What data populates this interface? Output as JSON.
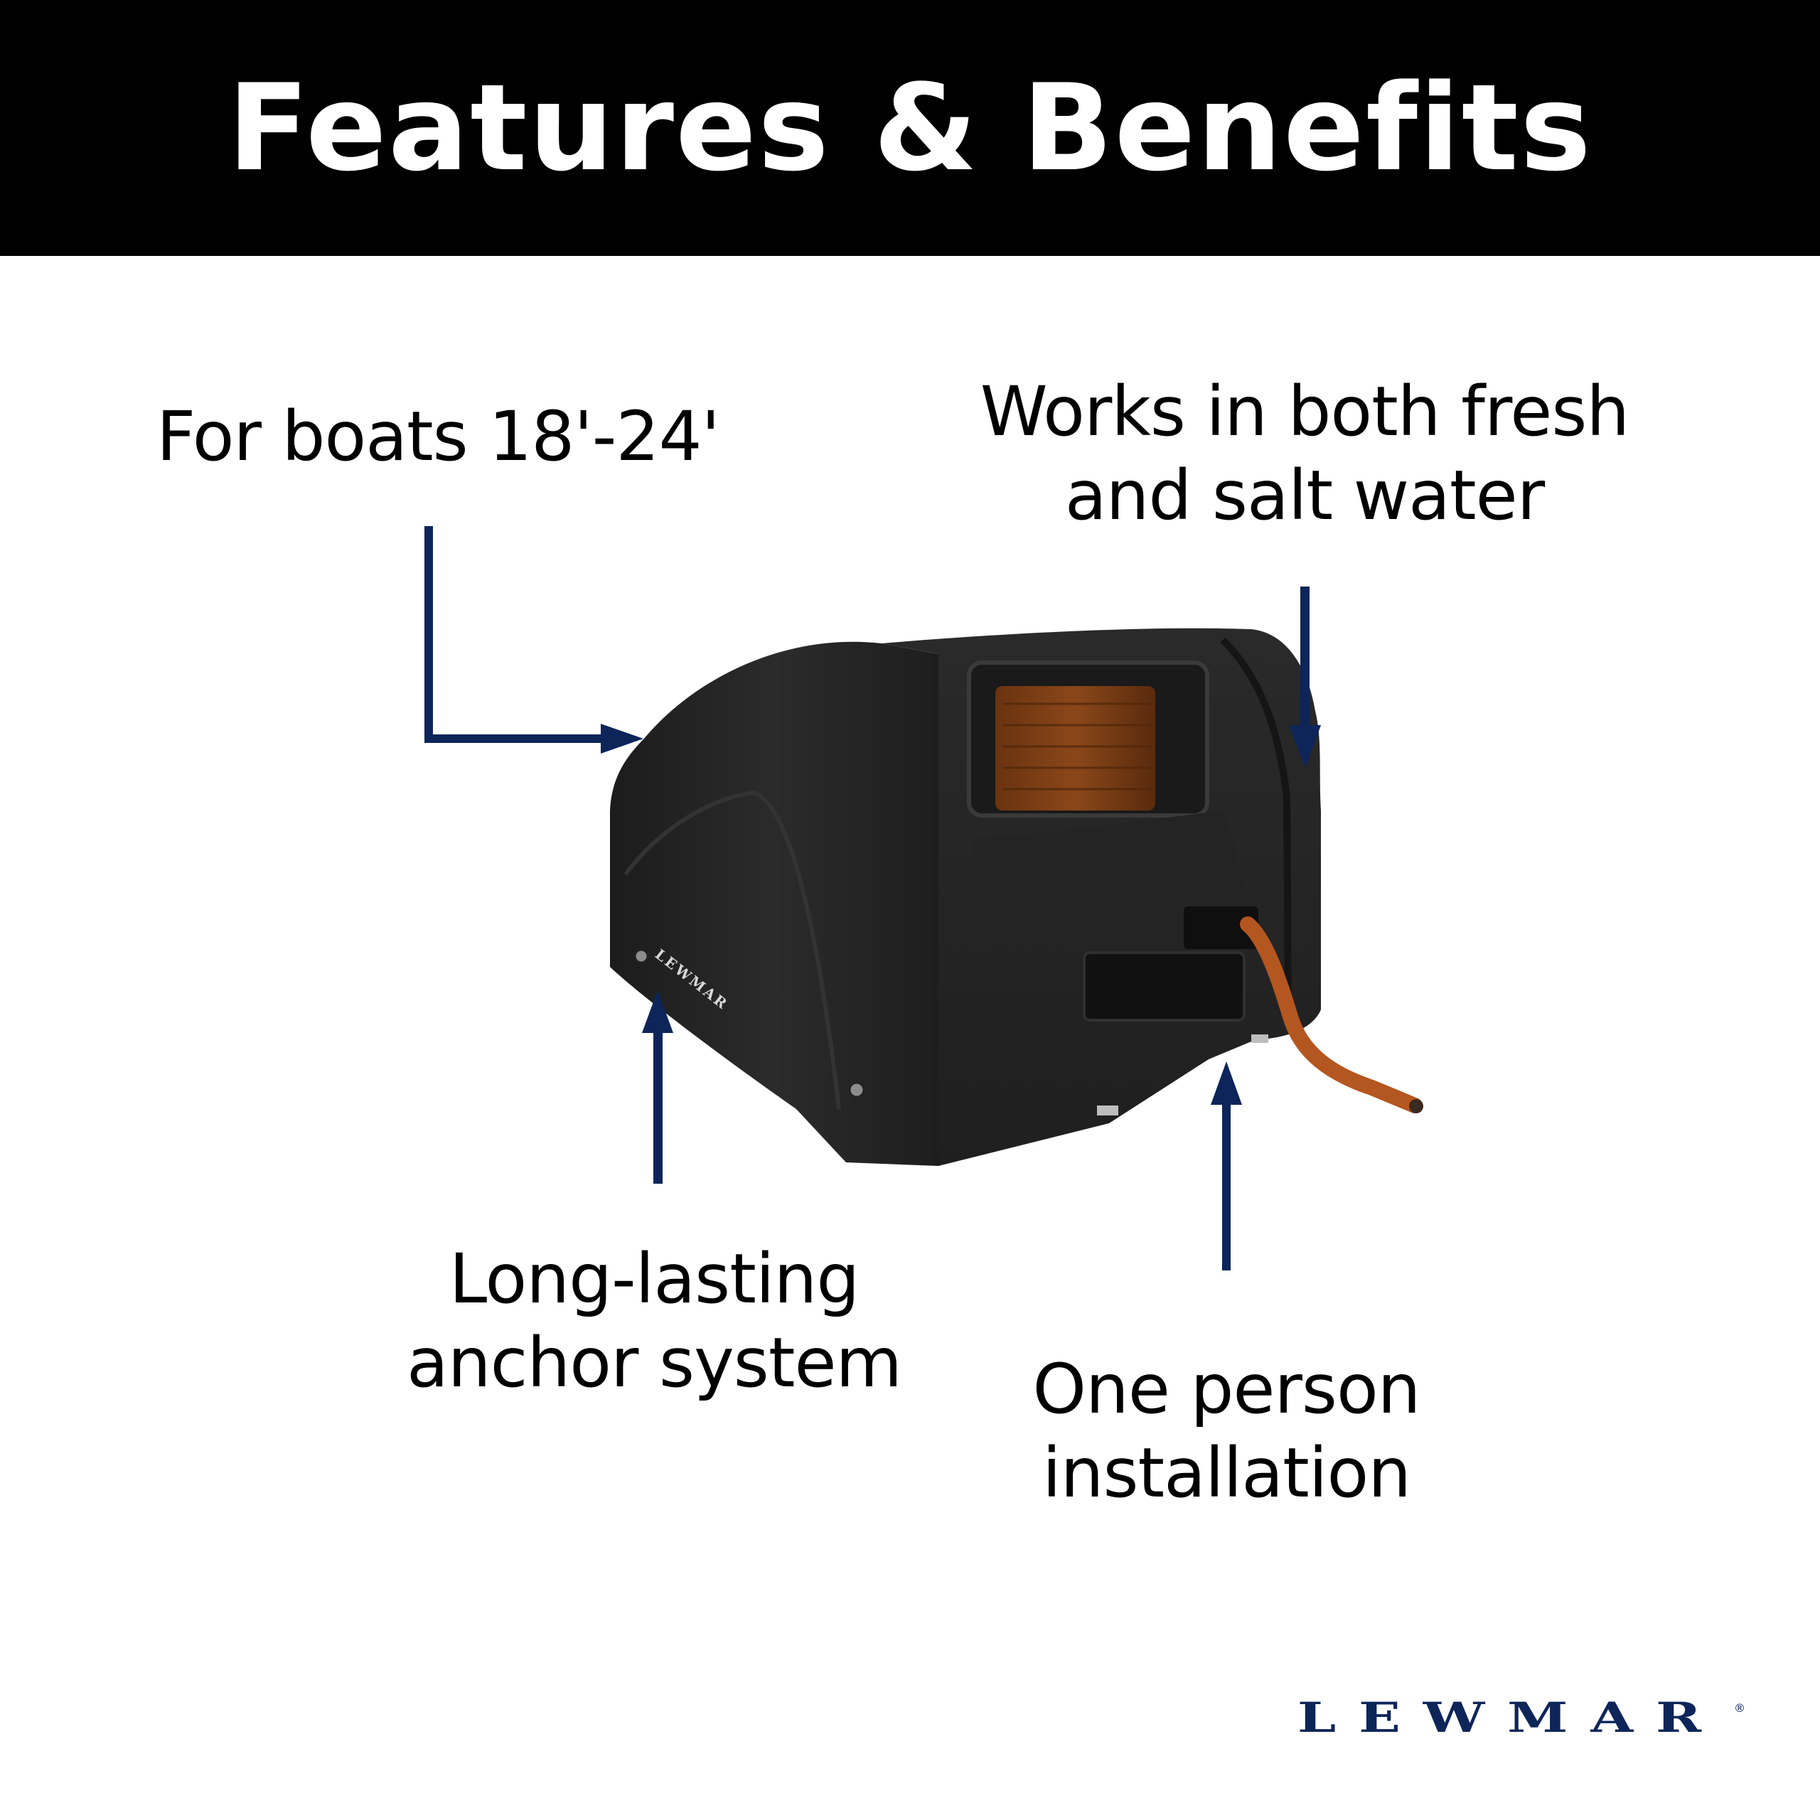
{
  "header": {
    "title": "Features & Benefits",
    "background": "#000000",
    "text_color": "#ffffff"
  },
  "callouts": [
    {
      "id": "boats",
      "lines": [
        "For boats 18'-24'"
      ],
      "arrow": "elbow-right"
    },
    {
      "id": "water",
      "lines": [
        "Works in both fresh",
        "and salt water"
      ],
      "arrow": "down"
    },
    {
      "id": "anchor",
      "lines": [
        "Long-lasting",
        "anchor system"
      ],
      "arrow": "up"
    },
    {
      "id": "install",
      "lines": [
        "One person",
        "installation"
      ],
      "arrow": "up"
    }
  ],
  "product": {
    "name": "anchor winch",
    "body_marking": "LEWMAR",
    "body_color": "#262626",
    "rope_color": "#b4561f"
  },
  "brand": {
    "logo_text": "LEWMAR",
    "registered_mark": "®",
    "color": "#0d2559"
  },
  "colors": {
    "arrow": "#0d2559",
    "text": "#000000",
    "background": "#ffffff"
  }
}
